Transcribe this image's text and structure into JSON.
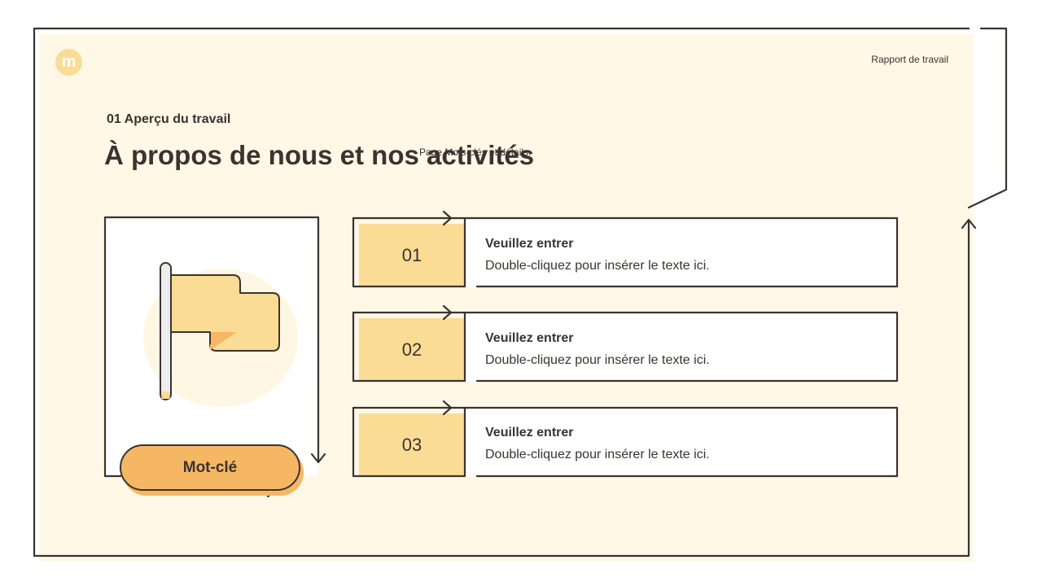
{
  "header": {
    "logo_letter": "m",
    "report_label": "Rapport de travail"
  },
  "section": {
    "label": "01 Aperçu du travail",
    "title": "À propos de nous et nos activités",
    "subtitle": "Page Mots-clés et détails."
  },
  "keyword_button": {
    "label": "Mot-clé"
  },
  "items": [
    {
      "number": "01",
      "title": "Veuillez entrer",
      "body": "Double-cliquez pour insérer le texte ici."
    },
    {
      "number": "02",
      "title": "Veuillez entrer",
      "body": "Double-cliquez pour insérer le texte ici."
    },
    {
      "number": "03",
      "title": "Veuillez entrer",
      "body": "Double-cliquez pour insérer le texte ici."
    }
  ],
  "colors": {
    "background": "#fff8e6",
    "accent_light": "#fbdc95",
    "accent_orange": "#f6b764",
    "outline": "#3a3330"
  },
  "icons": [
    "logo-icon",
    "flag-icon",
    "arrow-right-icon",
    "arrow-down-icon",
    "arrow-up-icon"
  ]
}
